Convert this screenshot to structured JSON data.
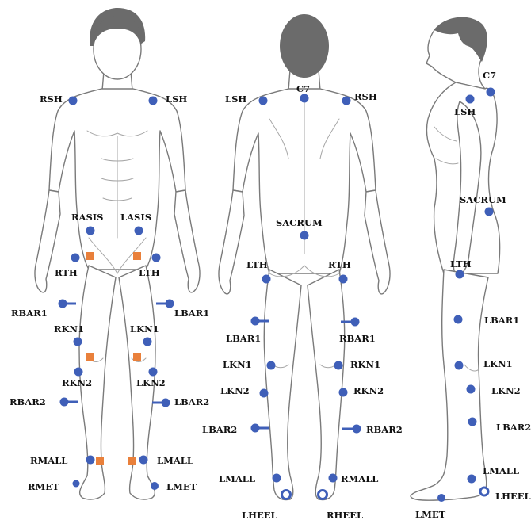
{
  "colors": {
    "marker": "#3f5fb8",
    "cluster_marker": "#e9803b",
    "outline": "#7a7a7a",
    "hair": "#6b6b6b",
    "label": "#111111"
  },
  "views": {
    "front": {
      "labels": {
        "rsh": "RSH",
        "lsh": "LSH",
        "rasis": "RASIS",
        "lasis": "LASIS",
        "rth": "RTH",
        "lth": "LTH",
        "rbar1": "RBAR1",
        "lbar1": "LBAR1",
        "rkn1": "RKN1",
        "lkn1": "LKN1",
        "rkn2": "RKN2",
        "lkn2": "LKN2",
        "rbar2": "RBAR2",
        "lbar2": "LBAR2",
        "rmall": "RMALL",
        "lmall": "LMALL",
        "rmet": "RMET",
        "lmet": "LMET"
      }
    },
    "back": {
      "labels": {
        "lsh": "LSH",
        "c7": "C7",
        "rsh": "RSH",
        "sacrum": "SACRUM",
        "lth": "LTH",
        "rth": "RTH",
        "lbar1": "LBAR1",
        "rbar1": "RBAR1",
        "lkn1": "LKN1",
        "rkn1": "RKN1",
        "lkn2": "LKN2",
        "rkn2": "RKN2",
        "lbar2": "LBAR2",
        "rbar2": "RBAR2",
        "lmall": "LMALL",
        "rmall": "RMALL",
        "lheel": "LHEEL",
        "rheel": "RHEEL"
      }
    },
    "side": {
      "labels": {
        "c7": "C7",
        "lsh": "LSH",
        "sacrum": "SACRUM",
        "lth": "LTH",
        "lbar1": "LBAR1",
        "lkn1": "LKN1",
        "lkn2": "LKN2",
        "lbar2": "LBAR2",
        "lmall": "LMALL",
        "lheel": "LHEEL",
        "lmet": "LMET"
      }
    }
  }
}
